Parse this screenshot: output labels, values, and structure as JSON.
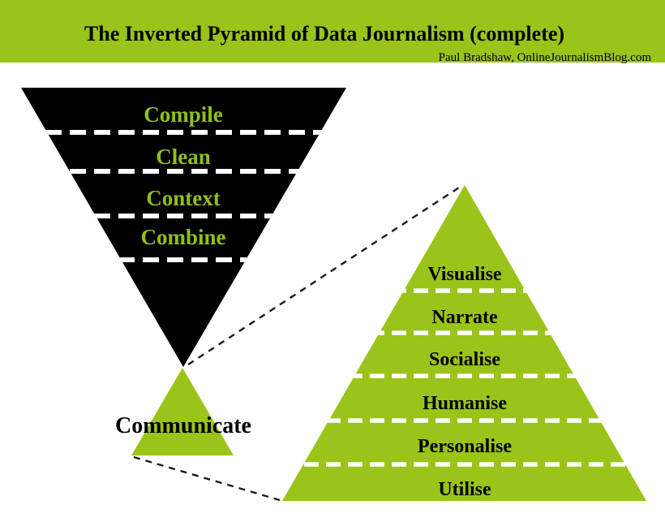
{
  "header": {
    "title": "The Inverted Pyramid of Data Journalism (complete)",
    "attribution": "Paul Bradshaw, OnlineJournalismBlog.com"
  },
  "inverted_pyramid": {
    "stages": [
      "Compile",
      "Clean",
      "Context",
      "Combine"
    ]
  },
  "communicate": {
    "label": "Communicate"
  },
  "expanded_pyramid": {
    "stages": [
      "Visualise",
      "Narrate",
      "Socialise",
      "Humanise",
      "Personalise",
      "Utilise"
    ]
  },
  "colors": {
    "green": "#9ac41a",
    "label_green": "#8fc019",
    "black": "#000000",
    "white": "#ffffff",
    "connector": "#1a1a1a"
  }
}
